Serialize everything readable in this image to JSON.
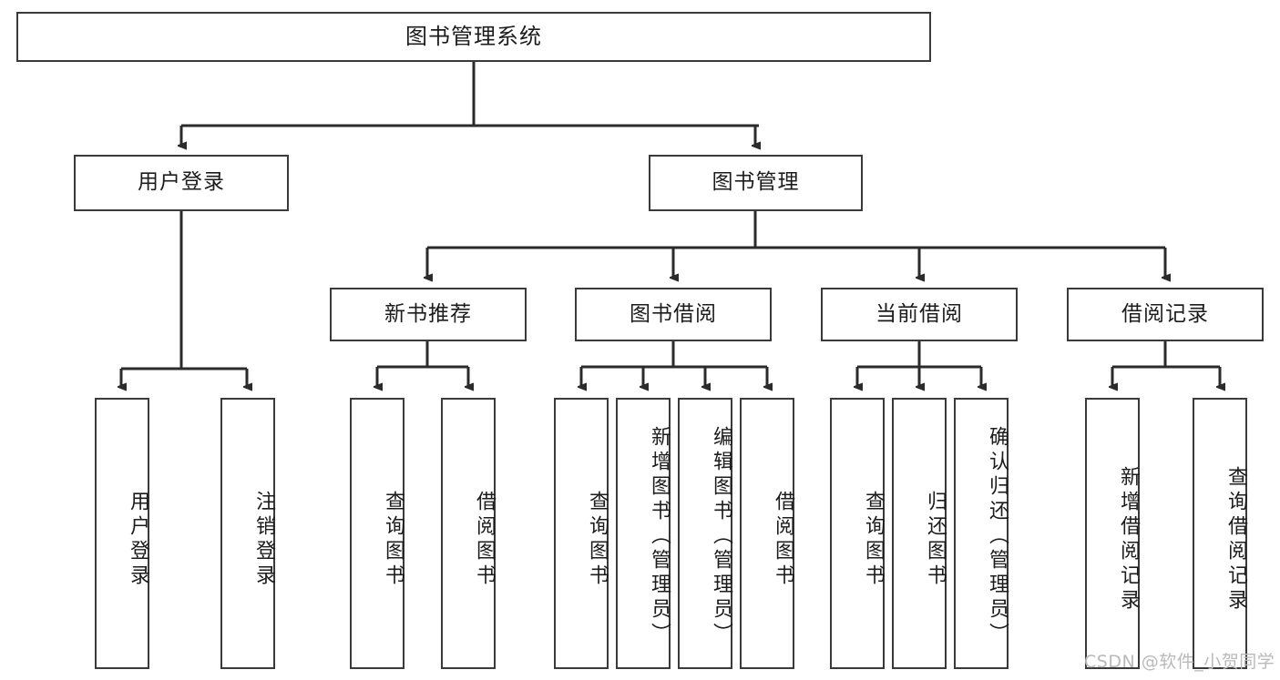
{
  "diagram": {
    "title": "图书管理系统",
    "type": "tree-hierarchy-chart",
    "colors": {
      "box_border": "#3a3a3a",
      "box_fill": "#ffffff",
      "connector": "#2b2b2b",
      "text": "#1c1c1c",
      "watermark": "#b9b9b9",
      "background": "#ffffff"
    },
    "root": {
      "label": "图书管理系统"
    },
    "level2": [
      {
        "label": "用户登录"
      },
      {
        "label": "图书管理"
      }
    ],
    "level3": [
      {
        "label": "新书推荐"
      },
      {
        "label": "图书借阅"
      },
      {
        "label": "当前借阅"
      },
      {
        "label": "借阅记录"
      }
    ],
    "leaves": {
      "user_login": [
        {
          "label": "用户登录"
        },
        {
          "label": "注销登录"
        }
      ],
      "new_book_recommend": [
        {
          "label": "查询图书"
        },
        {
          "label": "借阅图书"
        }
      ],
      "book_borrow": [
        {
          "label": "查询图书"
        },
        {
          "label": "新增图书（管理员）"
        },
        {
          "label": "编辑图书（管理员）"
        },
        {
          "label": "借阅图书"
        }
      ],
      "current_borrow": [
        {
          "label": "查询图书"
        },
        {
          "label": "归还图书"
        },
        {
          "label": "确认归还（管理员）"
        }
      ],
      "borrow_records": [
        {
          "label": "新增借阅记录"
        },
        {
          "label": "查询借阅记录"
        }
      ]
    }
  },
  "watermark": {
    "text": "CSDN @软件_小贺同学"
  }
}
